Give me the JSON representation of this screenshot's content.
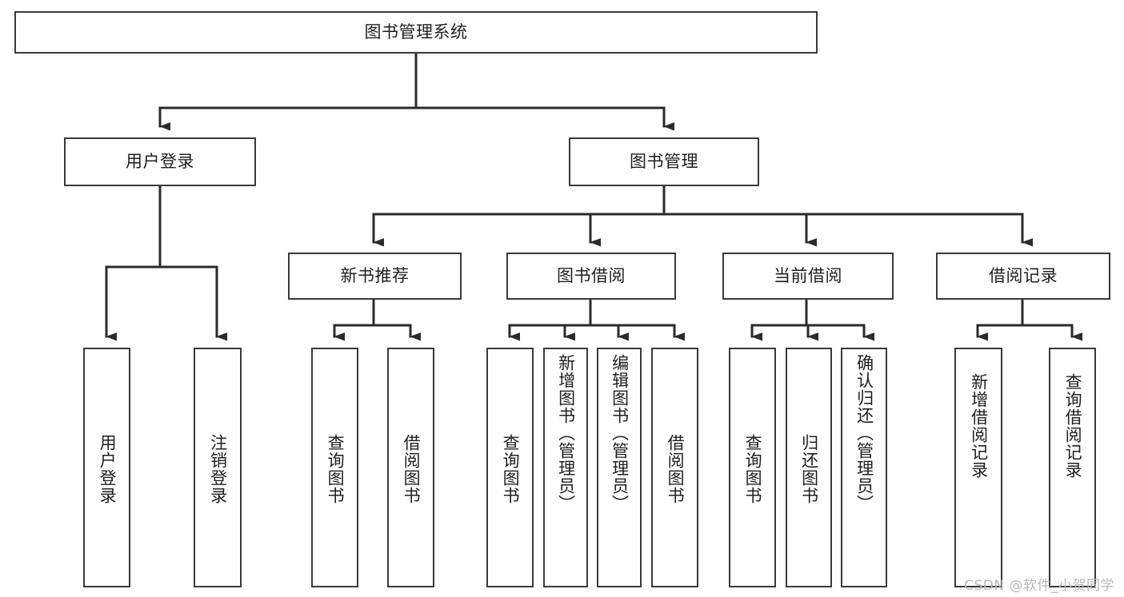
{
  "diagram": {
    "title": "图书管理系统",
    "type": "tree-hierarchy-chart",
    "watermark": "CSDN @软件_小贺同学",
    "colors": {
      "background": "#ffffff",
      "box_border": "#3a3a3a",
      "connector": "#2b2b2b",
      "text": "#1f1f1f",
      "watermark": "#b9b9b9"
    },
    "root": {
      "label": "图书管理系统"
    },
    "level2": [
      {
        "id": "user-login",
        "label": "用户登录"
      },
      {
        "id": "book-management",
        "label": "图书管理"
      }
    ],
    "level3": [
      {
        "id": "new-book-recommend",
        "label": "新书推荐",
        "parent": "book-management"
      },
      {
        "id": "book-borrow",
        "label": "图书借阅",
        "parent": "book-management"
      },
      {
        "id": "current-borrow",
        "label": "当前借阅",
        "parent": "book-management"
      },
      {
        "id": "borrow-record",
        "label": "借阅记录",
        "parent": "book-management"
      }
    ],
    "leaves": [
      {
        "id": "leaf-user-login",
        "label": "用户登录",
        "parent": "user-login"
      },
      {
        "id": "leaf-logout",
        "label": "注销登录",
        "parent": "user-login"
      },
      {
        "id": "leaf-query-book-1",
        "label": "查询图书",
        "parent": "new-book-recommend"
      },
      {
        "id": "leaf-borrow-book-1",
        "label": "借阅图书",
        "parent": "new-book-recommend"
      },
      {
        "id": "leaf-query-book-2",
        "label": "查询图书",
        "parent": "book-borrow"
      },
      {
        "id": "leaf-add-book",
        "label": "新增图书（管理员）",
        "parent": "book-borrow"
      },
      {
        "id": "leaf-edit-book",
        "label": "编辑图书（管理员）",
        "parent": "book-borrow"
      },
      {
        "id": "leaf-borrow-book-2",
        "label": "借阅图书",
        "parent": "book-borrow"
      },
      {
        "id": "leaf-query-book-3",
        "label": "查询图书",
        "parent": "current-borrow"
      },
      {
        "id": "leaf-return-book",
        "label": "归还图书",
        "parent": "current-borrow"
      },
      {
        "id": "leaf-confirm-return",
        "label": "确认归还（管理员）",
        "parent": "current-borrow"
      },
      {
        "id": "leaf-add-record",
        "label": "新增借阅记录",
        "parent": "borrow-record"
      },
      {
        "id": "leaf-query-record",
        "label": "查询借阅记录",
        "parent": "borrow-record"
      }
    ]
  }
}
